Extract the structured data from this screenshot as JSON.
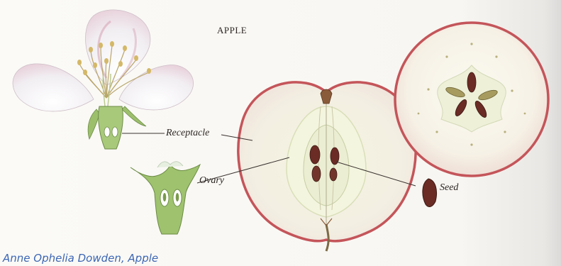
{
  "title": "APPLE",
  "labels": {
    "receptacle": "Receptacle",
    "ovary": "Ovary",
    "seed": "Seed"
  },
  "credit": "Anne Ophelia Dowden, Apple"
}
